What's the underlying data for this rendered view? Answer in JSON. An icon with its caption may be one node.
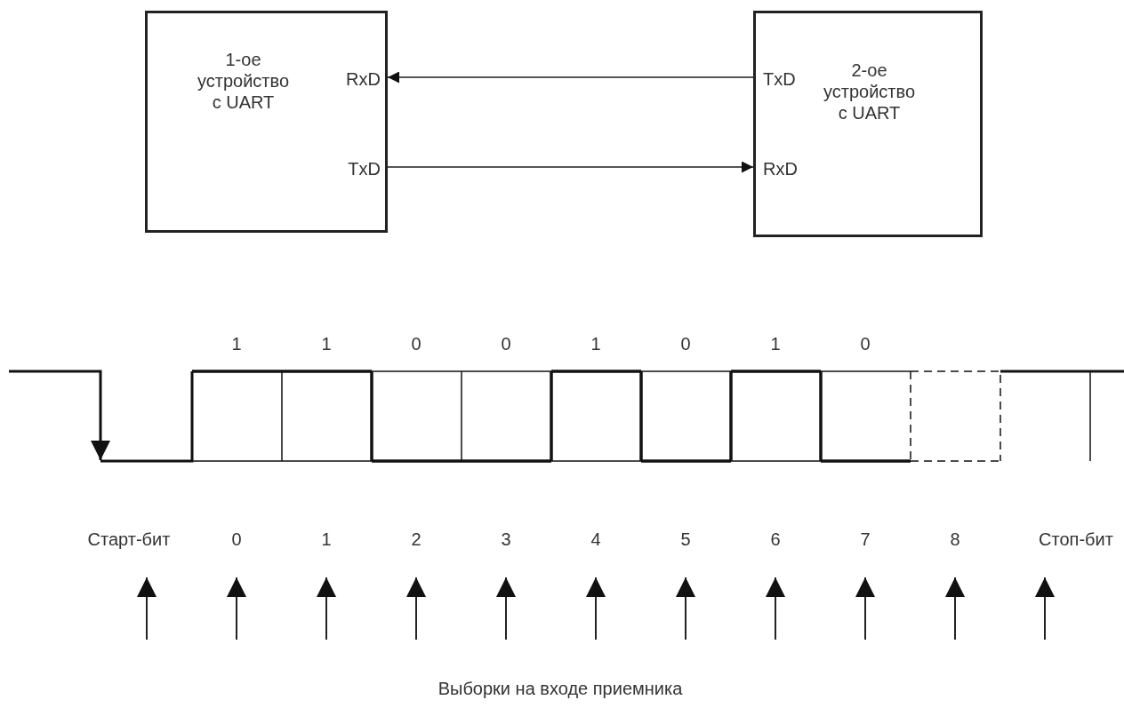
{
  "diagram": {
    "nodes": [
      {
        "text": [
          "1-ое устройство с UART",
          "RxD",
          "TxD"
        ]
      },
      {
        "text": [
          "TxD",
          "2-ое устройство с UART",
          "RxD"
        ]
      }
    ],
    "edges": [
      {
        "from": 1,
        "to": 0,
        "arrow": "to"
      },
      {
        "from": 0,
        "to": 1,
        "arrow": "to"
      }
    ],
    "labels": [
      "1",
      "1",
      "0",
      "0",
      "1",
      "0",
      "1",
      "0",
      "Старт-бит",
      "0",
      "1",
      "2",
      "3",
      "4",
      "5",
      "6",
      "7",
      "8",
      "Стоп-бит",
      "Выборки на входе приемника"
    ]
  }
}
